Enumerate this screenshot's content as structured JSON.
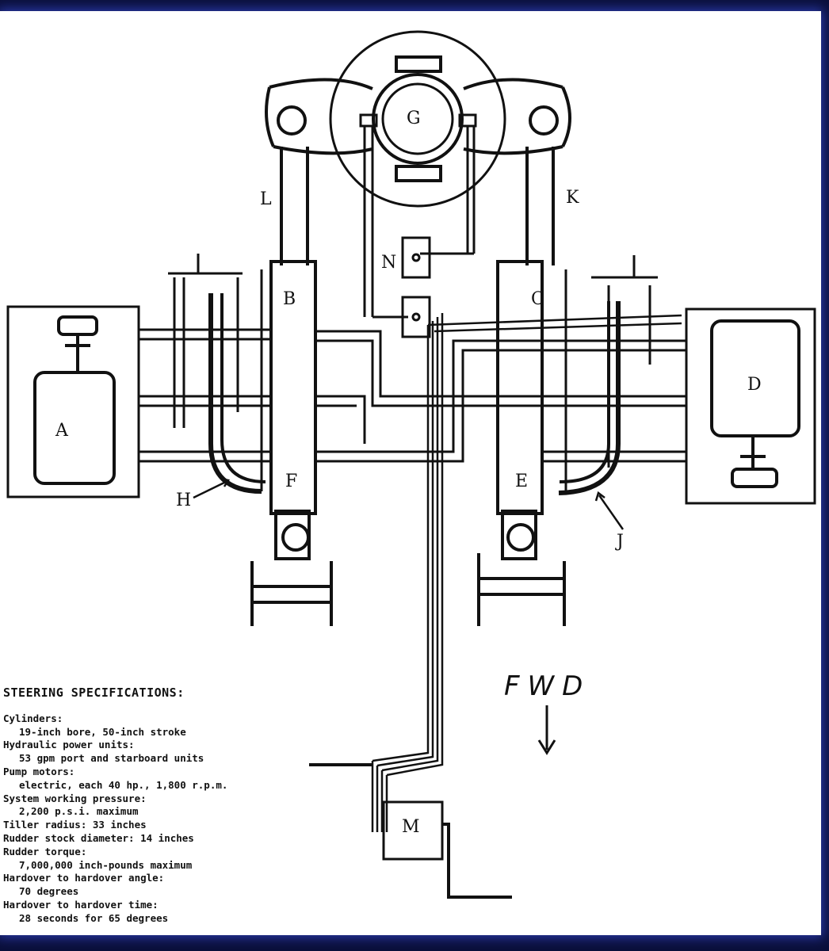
{
  "diagram": {
    "labels": {
      "A": "A",
      "B": "B",
      "C": "C",
      "D": "D",
      "E": "E",
      "F": "F",
      "G": "G",
      "H": "H",
      "J": "J",
      "K": "K",
      "L": "L",
      "M": "M",
      "N": "N"
    },
    "direction": "FWD"
  },
  "specs": {
    "title": "STEERING SPECIFICATIONS:",
    "items": [
      {
        "label": "Cylinders:",
        "value": "19-inch bore, 50-inch stroke"
      },
      {
        "label": "Hydraulic power units:",
        "value": "53 gpm port and starboard units"
      },
      {
        "label": "Pump motors:",
        "value": "electric, each 40 hp., 1,800 r.p.m."
      },
      {
        "label": "System working pressure:",
        "value": "2,200 p.s.i. maximum"
      },
      {
        "label": "Tiller radius: 33 inches",
        "value": ""
      },
      {
        "label": "Rudder stock diameter: 14 inches",
        "value": ""
      },
      {
        "label": "Rudder torque:",
        "value": "7,000,000 inch-pounds maximum"
      },
      {
        "label": "Hardover to hardover angle:",
        "value": "70 degrees"
      },
      {
        "label": "Hardover to hardover time:",
        "value": "28 seconds for 65 degrees"
      }
    ]
  }
}
